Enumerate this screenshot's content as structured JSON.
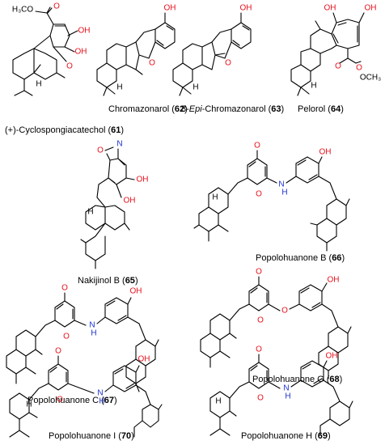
{
  "compounds": [
    {
      "id": "c61",
      "prefix": "(+)-Cyclospongiacatechol (",
      "number": "61",
      "suffix": ")"
    },
    {
      "id": "c62",
      "prefix": "Chromazonarol (",
      "number": "62",
      "suffix": ")"
    },
    {
      "id": "c63",
      "prefix_a": "8-",
      "italic": "Epi",
      "prefix_b": "-Chromazonarol (",
      "number": "63",
      "suffix": ")"
    },
    {
      "id": "c64",
      "prefix": "Pelorol (",
      "number": "64",
      "suffix": ")"
    },
    {
      "id": "c65",
      "prefix": "Nakijinol B (",
      "number": "65",
      "suffix": ")"
    },
    {
      "id": "c66",
      "prefix": "Popolohuanone B (",
      "number": "66",
      "suffix": ")"
    },
    {
      "id": "c67",
      "prefix": "Popolohuanone C (",
      "number": "67",
      "suffix": ")"
    },
    {
      "id": "c68",
      "prefix": "Popolohuanone G (",
      "number": "68",
      "suffix": ")"
    },
    {
      "id": "c70",
      "prefix": "Popolohuanone I (",
      "number": "70",
      "suffix": ")"
    },
    {
      "id": "c69",
      "prefix": "Popolohuanone H (",
      "number": "69",
      "suffix": ")"
    }
  ],
  "atom_labels": {
    "oh": "OH",
    "o": "O",
    "n": "N",
    "h": "H",
    "nh": "H",
    "ester": "H₃CO",
    "och3": "OCH₃"
  },
  "colors": {
    "oxygen": "#e8101a",
    "nitrogen": "#1a2fd0",
    "bond": "#000000"
  }
}
